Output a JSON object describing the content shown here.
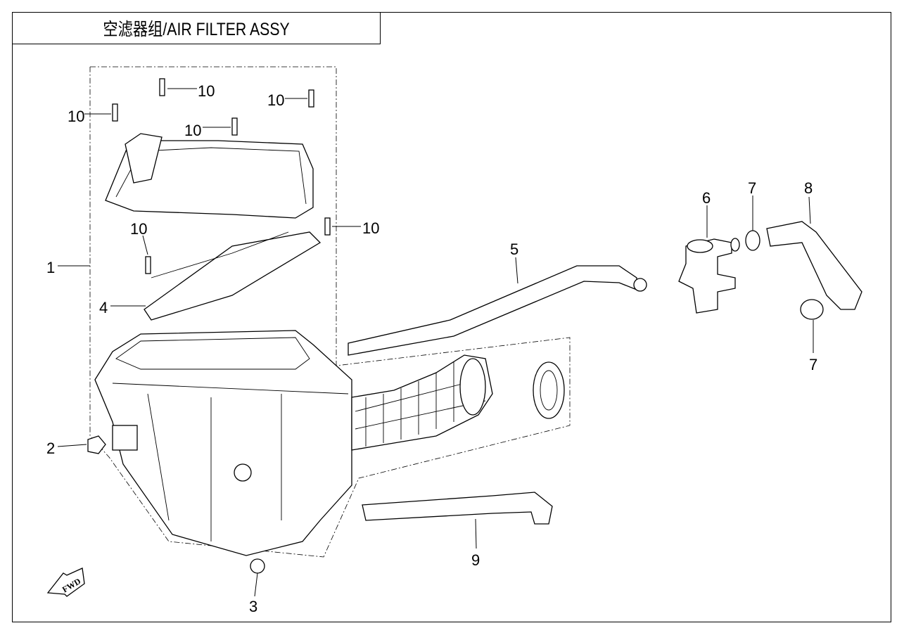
{
  "title": "空滤器组/AIR FILTER ASSY",
  "fwd_label": "FWD",
  "callouts": [
    "1",
    "2",
    "3",
    "4",
    "5",
    "6",
    "7",
    "7",
    "8",
    "9",
    "10",
    "10",
    "10",
    "10",
    "10",
    "10"
  ]
}
